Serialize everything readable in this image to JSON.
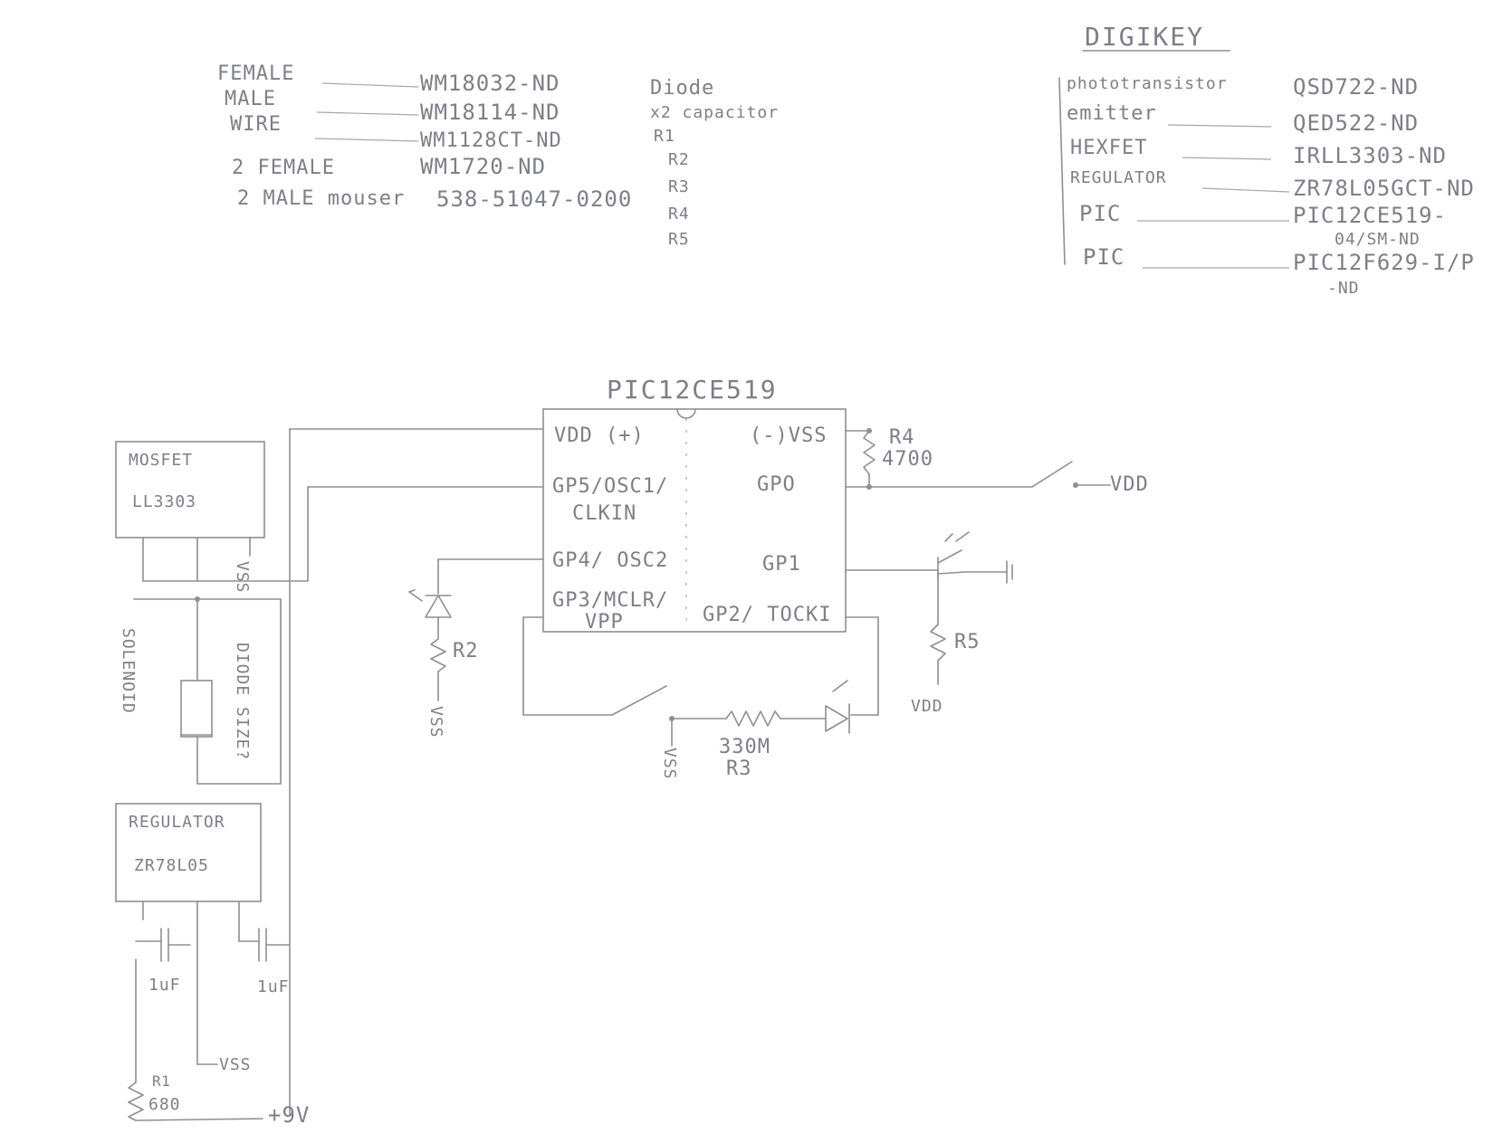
{
  "parts_list": {
    "rows": [
      {
        "label": "FEMALE",
        "part": "WM18032-ND"
      },
      {
        "label": "MALE",
        "part": "WM18114-ND"
      },
      {
        "label": "WIRE",
        "part": "WM1128CT-ND"
      },
      {
        "label": "2 FEMALE",
        "part": "WM1720-ND"
      },
      {
        "label": "2 MALE mouser",
        "part": "538-51047-0200"
      }
    ],
    "components": [
      "Diode",
      "x2 capacitor",
      "R1",
      "R2",
      "R3",
      "R4",
      "R5"
    ]
  },
  "digikey": {
    "title": "DIGIKEY",
    "rows": [
      {
        "label": "phototransistor",
        "part": "QSD722-ND"
      },
      {
        "label": "emitter",
        "part": "QED522-ND"
      },
      {
        "label": "HEXFET",
        "part": "IRLL3303-ND"
      },
      {
        "label": "REGULATOR",
        "part": "ZR78L05GCT-ND"
      },
      {
        "label": "PIC",
        "part": "PIC12CE519-",
        "part2": "04/SM-ND"
      },
      {
        "label": "PIC",
        "part": "PIC12F629-I/P",
        "part2": "-ND"
      }
    ]
  },
  "schematic": {
    "chip": {
      "title": "PIC12CE519",
      "left_pins": [
        "VDD (+)",
        "GP5/OSC1/",
        "CLKIN",
        "GP4/ OSC2",
        "GP3/MCLR/",
        "VPP"
      ],
      "right_pins": [
        "(-)VSS",
        "GPO",
        "GP1",
        "GP2/ TOCKI"
      ]
    },
    "mosfet": {
      "title": "MOSFET",
      "model": "LL3303",
      "pin": "VSS"
    },
    "regulator": {
      "title": "REGULATOR",
      "model": "ZR78L05"
    },
    "labels": {
      "solenoid": "SOLENOID",
      "diode_size": "DIODE SIZE?",
      "r1": "R1",
      "r1_value": "680",
      "plus9v": "+9V",
      "vss_bottom": "VSS",
      "cap1": "1uF",
      "cap2": "1uF",
      "r2": "R2",
      "vss_r2": "VSS",
      "r3": "R3",
      "r3_value": "330M",
      "vss_r3": "VSS",
      "r4": "R4",
      "r4_value": "4700",
      "r5": "R5",
      "vdd_r5": "VDD",
      "vdd_switch": "VDD"
    }
  }
}
